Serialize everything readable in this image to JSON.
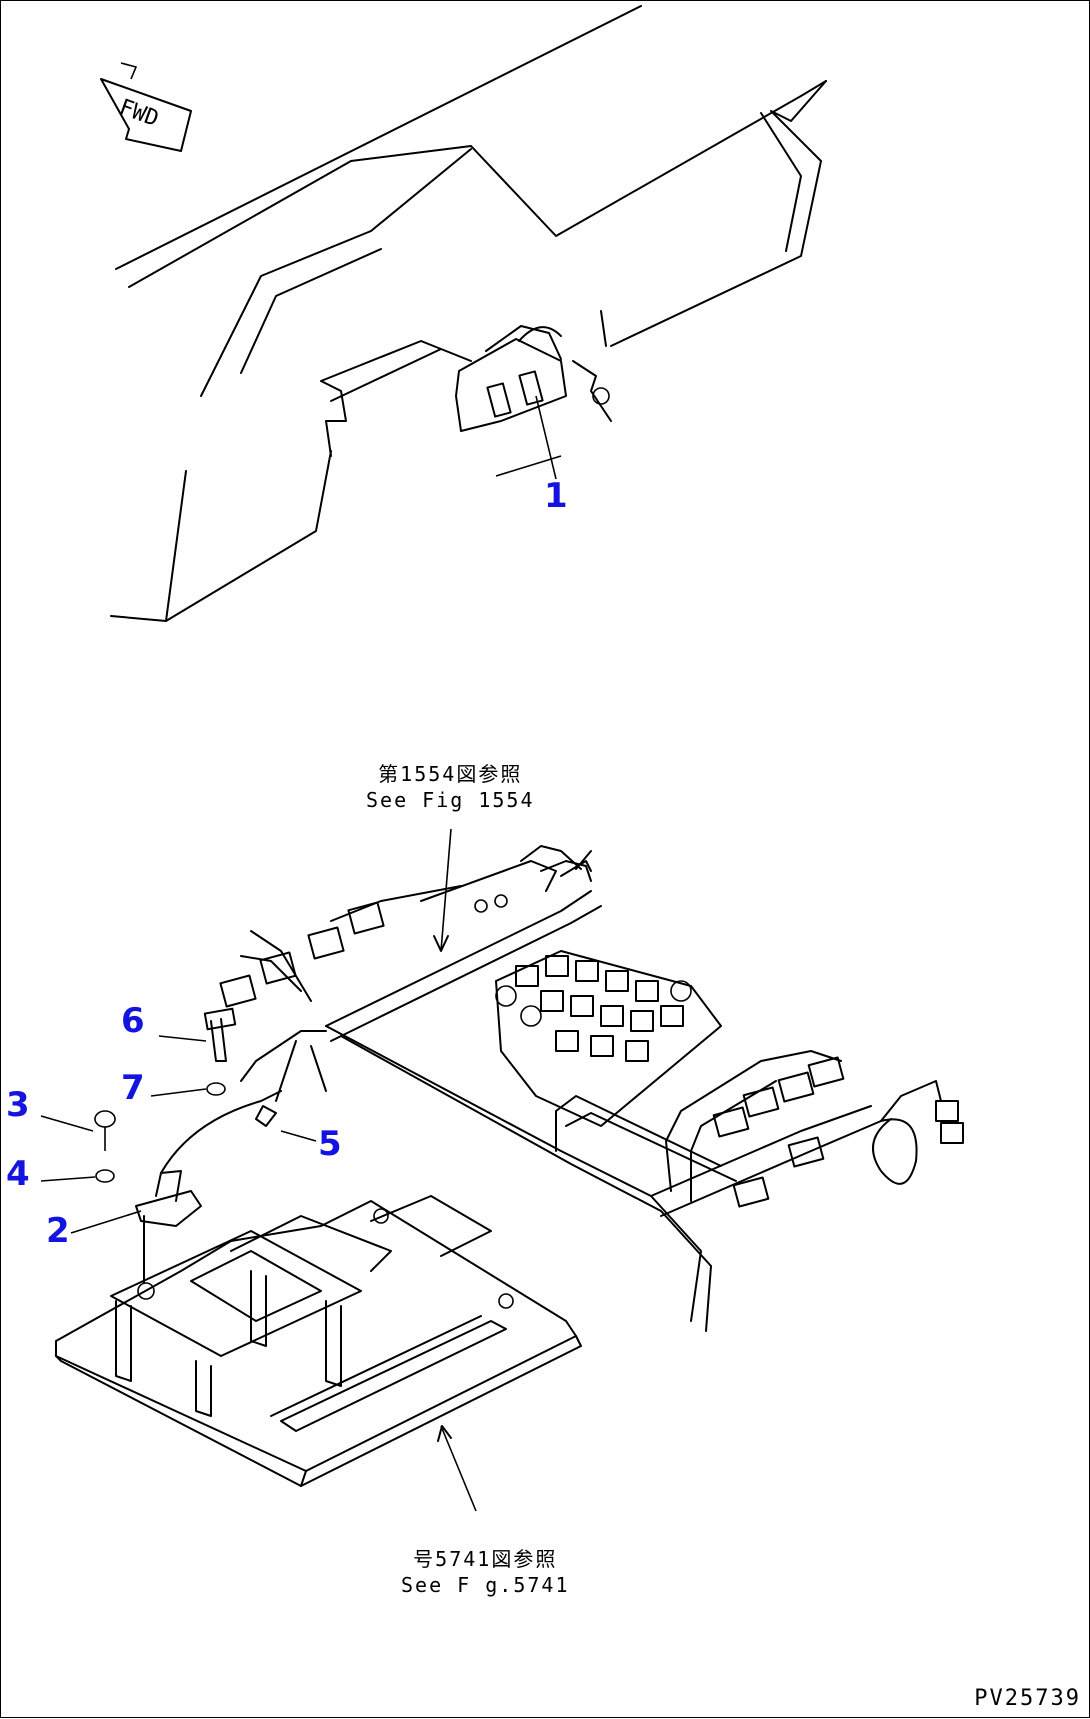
{
  "diagram": {
    "direction_marker": "FWD",
    "ref_top": {
      "jp": "第1554図参照",
      "en": "See Fig 1554"
    },
    "ref_bottom": {
      "jp": "号5741図参照",
      "en": "See F g.5741"
    },
    "drawing_code": "PV25739",
    "callout_color": "#1414e0",
    "callouts": [
      "1",
      "2",
      "3",
      "4",
      "5",
      "6",
      "7"
    ]
  }
}
